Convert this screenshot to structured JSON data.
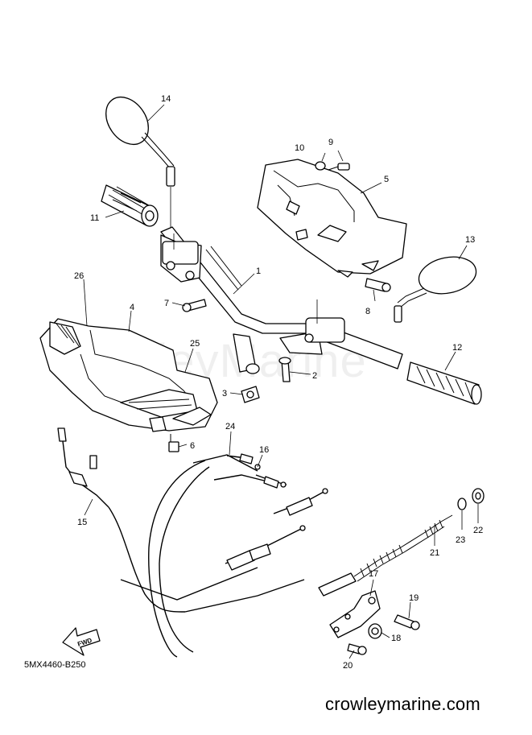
{
  "diagram": {
    "part_labels": [
      "1",
      "2",
      "3",
      "4",
      "5",
      "6",
      "7",
      "8",
      "9",
      "10",
      "11",
      "12",
      "13",
      "14",
      "15",
      "16",
      "17",
      "18",
      "19",
      "20",
      "21",
      "22",
      "23",
      "24",
      "25",
      "26"
    ],
    "fwd_label": "FWD",
    "drawing_code": "5MX4460-B250",
    "watermark": "CrowleyMarine",
    "footer_url": "crowleymarine.com"
  }
}
